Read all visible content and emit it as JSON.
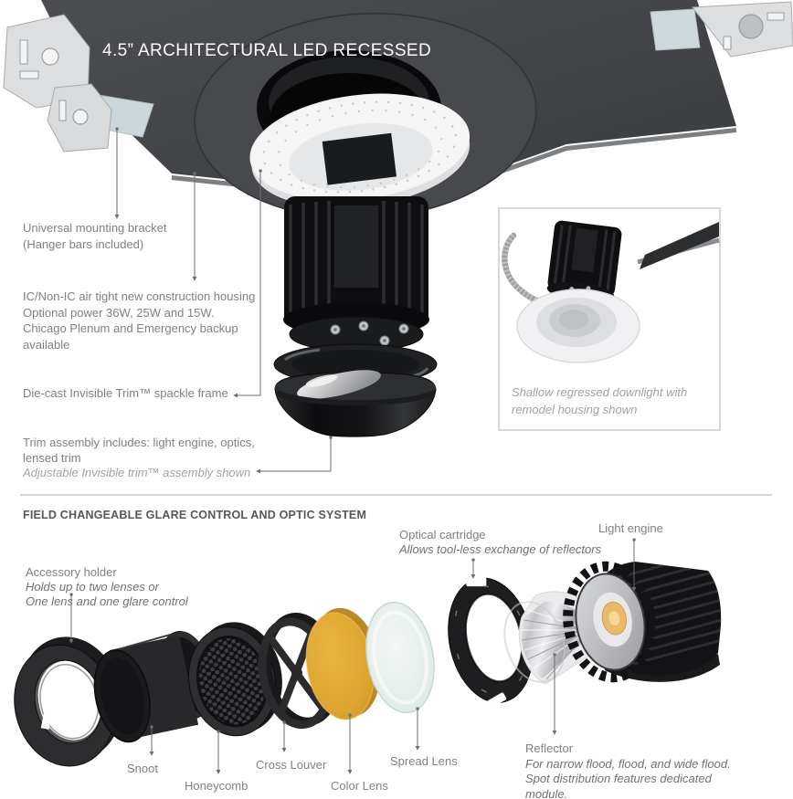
{
  "title": "4.5” ARCHITECTURAL LED RECESSED",
  "top": {
    "bracket": {
      "l1": "Universal mounting bracket",
      "l2": "(Hanger bars included)"
    },
    "housing": {
      "l1": "IC/Non-IC air tight new construction housing",
      "l2": "Optional power 36W, 25W and 15W.",
      "l3": "Chicago Plenum and Emergency backup",
      "l4": "available"
    },
    "spackle": "Die-cast Invisible Trim™ spackle frame",
    "trim": {
      "l1": "Trim assembly includes: light engine, optics,",
      "l2": "lensed trim",
      "note": "Adjustable Invisible trim™ assembly shown"
    },
    "inset": {
      "l1": "Shallow regressed downlight with",
      "l2": "remodel housing shown"
    }
  },
  "bottom": {
    "heading": "FIELD CHANGEABLE GLARE CONTROL AND OPTIC SYSTEM",
    "accessory": {
      "label": "Accessory holder",
      "note1": "Holds up to two lenses or",
      "note2": "One lens and one glare control"
    },
    "optical": {
      "label": "Optical cartridge",
      "note": "Allows tool-less exchange of reflectors"
    },
    "light_engine": "Light engine",
    "snoot": "Snoot",
    "honeycomb": "Honeycomb",
    "cross_louver": "Cross Louver",
    "color_lens": "Color Lens",
    "spread_lens": "Spread Lens",
    "reflector": {
      "label": "Reflector",
      "note1": "For narrow flood, flood, and wide flood.",
      "note2": "Spot distribution features dedicated",
      "note3": "module."
    }
  },
  "colors": {
    "plate_gray": "#414346",
    "white_ring": "#f5f5f6",
    "lens_yellow": "#dda530",
    "spread_lens": "#dfe9e6",
    "label_gray": "#808184",
    "note_gray": "#a0a2a5",
    "heading_gray": "#56575a",
    "leader_gray": "#6b6d70"
  }
}
